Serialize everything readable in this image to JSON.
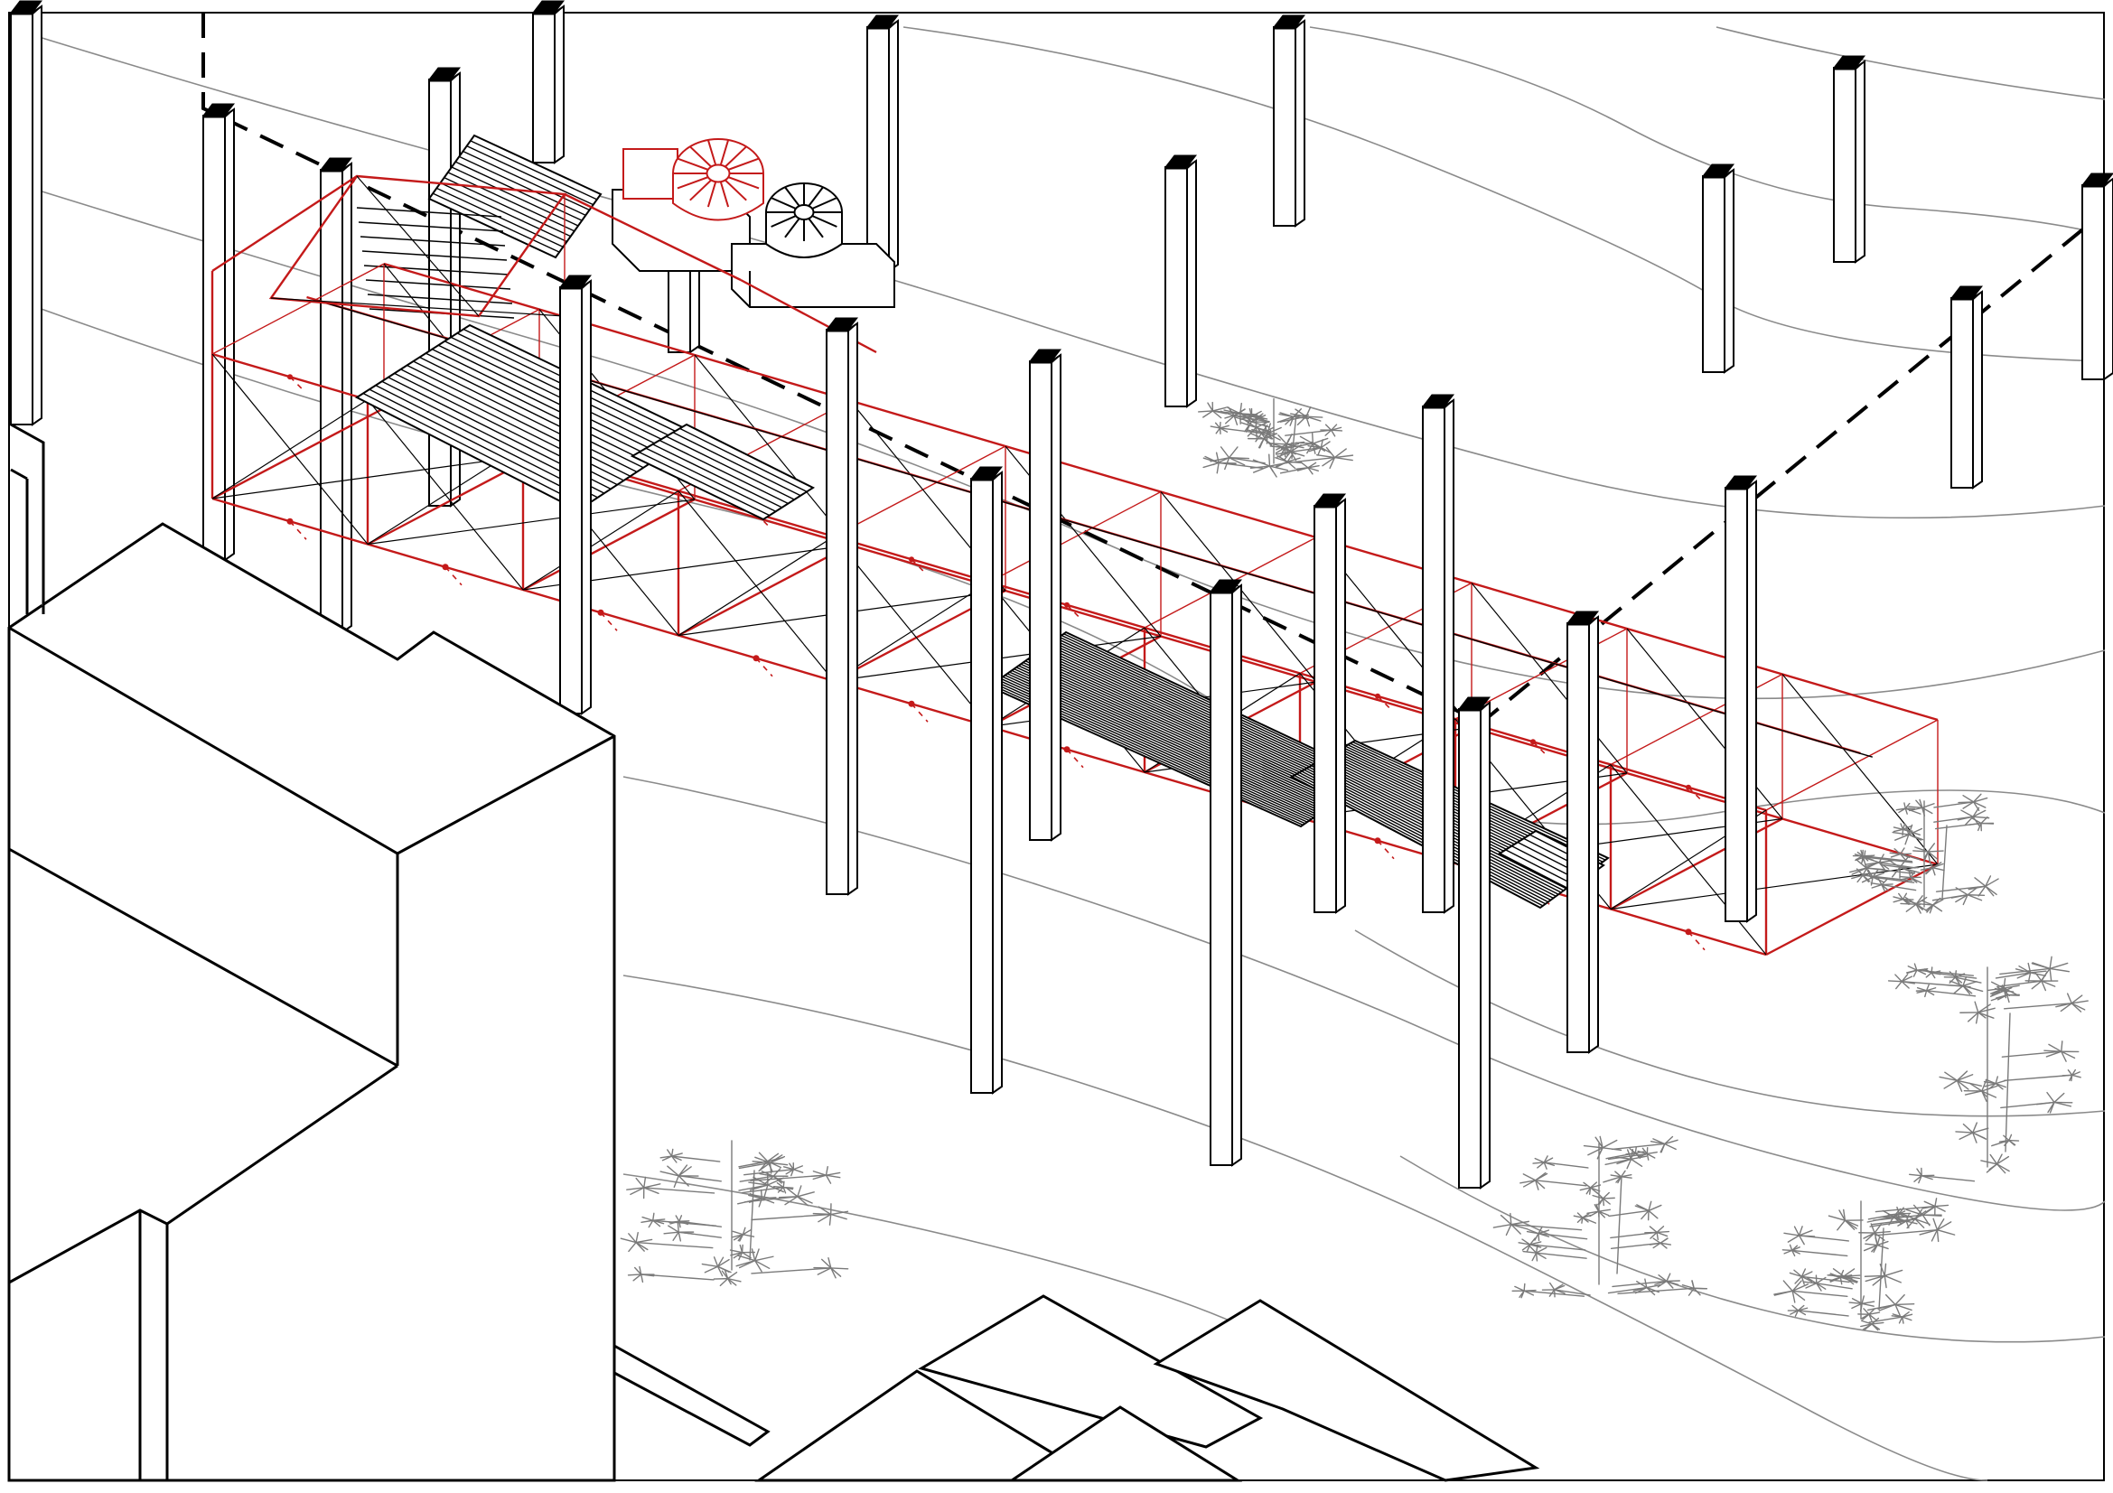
{
  "drawing": {
    "kind": "axonometric-section",
    "structure_color": "#c41a1a",
    "linework_color": "#000000",
    "context_color": "#8a8a8a",
    "background": "#ffffff"
  },
  "legend_items": [],
  "elements": {
    "columns": "concrete-columns",
    "frame": "steel-truss-frame",
    "deck": "timber-deck",
    "equipment": [
      "water-tank-red",
      "water-tank-grey",
      "pump-block"
    ],
    "trees": "pine-trees",
    "contours": "terrain-contours",
    "grid": "dashed-grid-line"
  }
}
